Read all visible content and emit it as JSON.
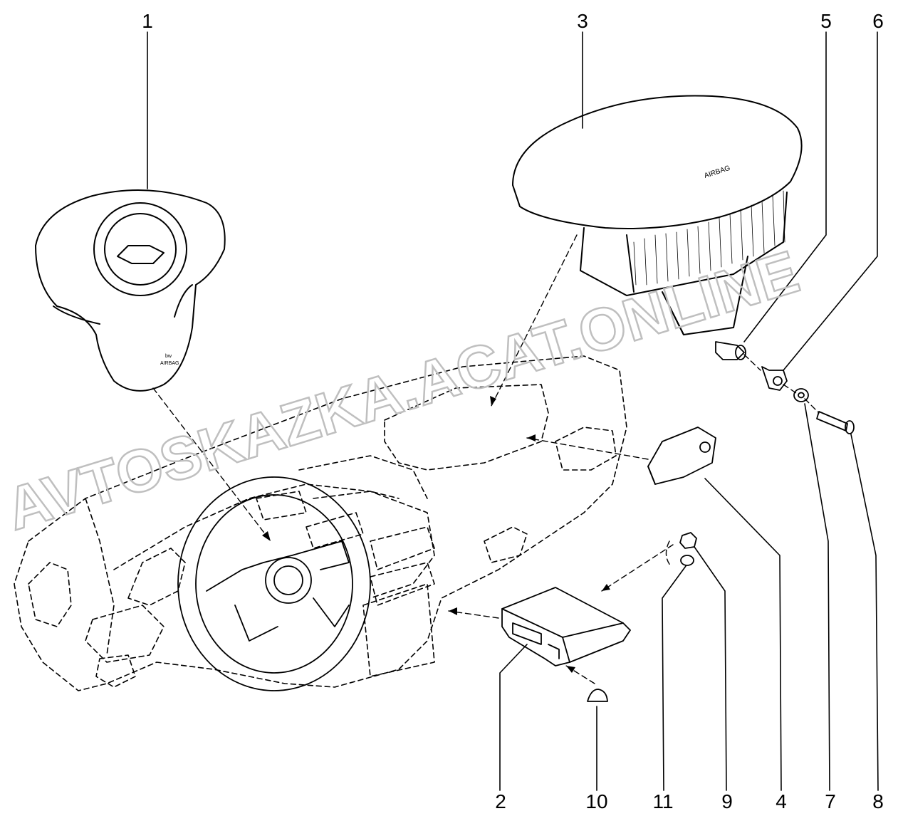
{
  "callouts": [
    {
      "id": "1",
      "label": "1"
    },
    {
      "id": "2",
      "label": "2"
    },
    {
      "id": "3",
      "label": "3"
    },
    {
      "id": "4",
      "label": "4"
    },
    {
      "id": "5",
      "label": "5"
    },
    {
      "id": "6",
      "label": "6"
    },
    {
      "id": "7",
      "label": "7"
    },
    {
      "id": "8",
      "label": "8"
    },
    {
      "id": "9",
      "label": "9"
    },
    {
      "id": "10",
      "label": "10"
    },
    {
      "id": "11",
      "label": "11"
    }
  ],
  "parts": {
    "steering_wheel_airbag_text_1": "bw",
    "steering_wheel_airbag_text_2": "AIRBAG",
    "passenger_airbag_text": "AIRBAG"
  },
  "watermark": {
    "text": "AVTOSKAZKA.ACAT.ONLINE",
    "color": "#bfbfbf"
  }
}
